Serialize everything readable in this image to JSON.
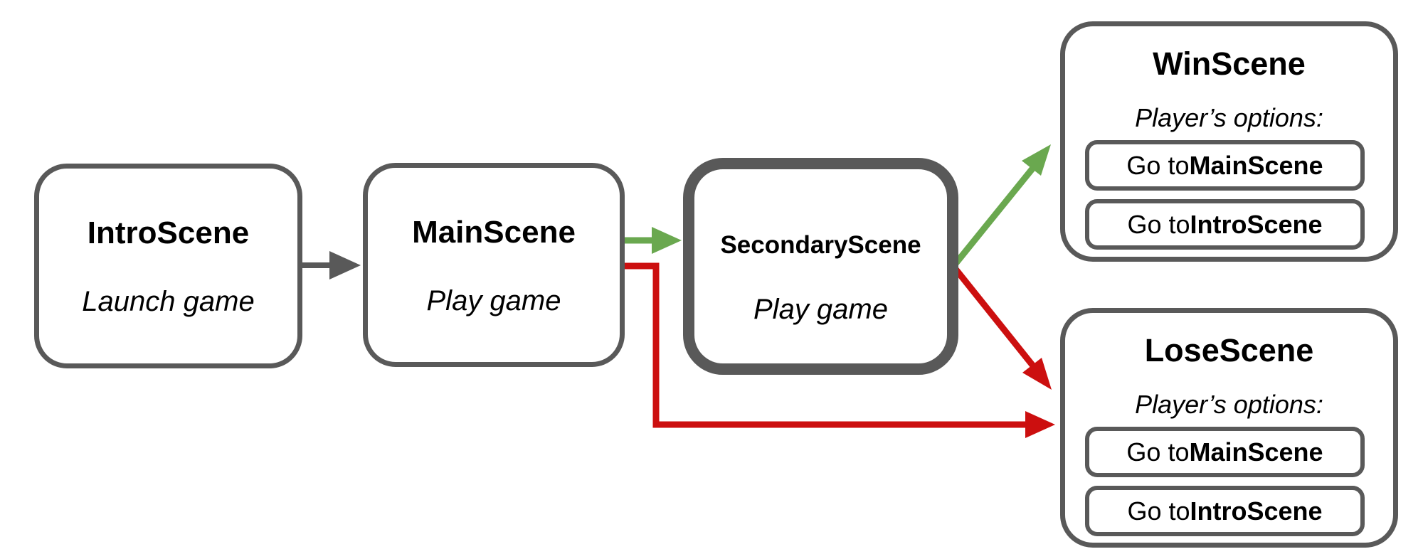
{
  "colors": {
    "border_gray": "#595959",
    "arrow_green": "#6aa84f",
    "arrow_red": "#cc0f0f",
    "text_color": "#000000",
    "bg": "#ffffff"
  },
  "nodes": {
    "intro": {
      "title": "IntroScene",
      "description": "Launch game"
    },
    "main": {
      "title": "MainScene",
      "description": "Play game"
    },
    "secondary": {
      "title": "SecondaryScene",
      "description": "Play game"
    },
    "win": {
      "title": "WinScene",
      "subtitle": "Player’s options:",
      "options": [
        {
          "prefix": "Go to ",
          "target": "MainScene"
        },
        {
          "prefix": "Go to ",
          "target": "IntroScene"
        }
      ]
    },
    "lose": {
      "title": "LoseScene",
      "subtitle": "Player’s options:",
      "options": [
        {
          "prefix": "Go to ",
          "target": "MainScene"
        },
        {
          "prefix": "Go to ",
          "target": "IntroScene"
        }
      ]
    }
  },
  "edges": [
    {
      "from": "IntroScene",
      "to": "MainScene",
      "color": "#595959",
      "style": "straight-arrow"
    },
    {
      "from": "MainScene",
      "to": "SecondaryScene",
      "color": "#6aa84f",
      "style": "straight-arrow"
    },
    {
      "from": "MainScene",
      "to": "LoseScene",
      "color": "#cc0f0f",
      "style": "elbow-arrow"
    },
    {
      "from": "SecondaryScene",
      "to": "WinScene",
      "color": "#6aa84f",
      "style": "diagonal-arrow"
    },
    {
      "from": "SecondaryScene",
      "to": "LoseScene",
      "color": "#cc0f0f",
      "style": "diagonal-arrow"
    }
  ]
}
